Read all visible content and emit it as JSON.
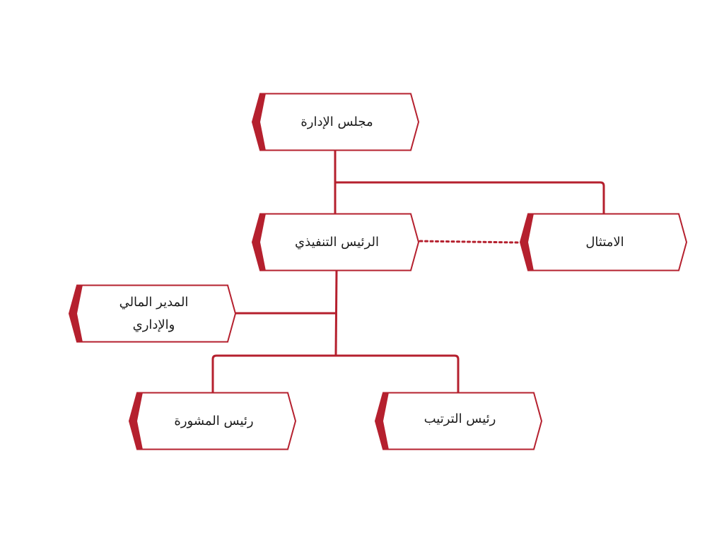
{
  "colors": {
    "accent": "#b5202e",
    "text": "#1b1b1b",
    "background": "#ffffff"
  },
  "nodes": {
    "board": {
      "label": "مجلس الإدارة"
    },
    "ceo": {
      "label": "الرئيس التنفيذي"
    },
    "compliance": {
      "label": "الامتثال"
    },
    "cfo": {
      "label": "المدير المالي\nوالإداري"
    },
    "advisory_head": {
      "label": "رئيس المشورة"
    },
    "arrangement_head": {
      "label": "رئيس الترتيب"
    }
  }
}
